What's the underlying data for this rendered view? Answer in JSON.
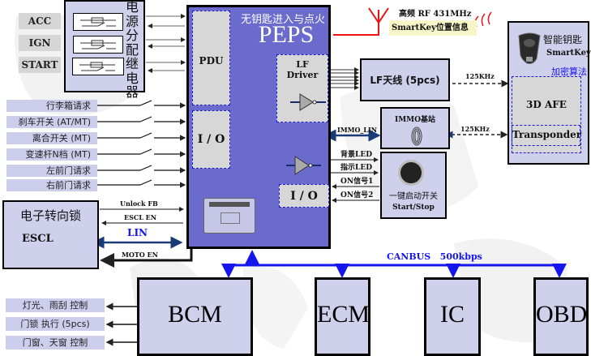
{
  "title": {
    "cn": "无钥匙进入与点火",
    "en": "PEPS"
  },
  "power_inputs": [
    "ACC",
    "IGN",
    "START"
  ],
  "power_relay": {
    "label_chars": [
      "电",
      "源",
      "分",
      "配",
      "继",
      "电",
      "器"
    ]
  },
  "switch_inputs": [
    "行李箱请求",
    "刹车开关 (AT/MT)",
    "离合开关 (MT)",
    "变速杆N档 (MT)",
    "左前门请求",
    "右前门请求"
  ],
  "peps_blocks": {
    "pdu": "PDU",
    "io_left": "I / O",
    "lf_driver": "LF\nDriver",
    "lf_driver_line1": "LF",
    "lf_driver_line2": "Driver",
    "io_right": "I / O"
  },
  "rf": {
    "freq": "高频 RF 431MHz",
    "info": "SmartKey位置信息"
  },
  "lf_antenna": {
    "label": "LF天线 (5pcs)",
    "link_freq": "125KHz"
  },
  "smartkey": {
    "title": "智能钥匙",
    "subtitle": "SmartKey",
    "crypto": "加密算法",
    "afe": "3D AFE",
    "transponder": "Transponder"
  },
  "immo": {
    "label": "IMMO基站",
    "link": "IMMO_LIN",
    "link_freq": "125KHz"
  },
  "start_stop": {
    "signals": [
      "背景LED",
      "指示LED",
      "ON信号1",
      "ON信号2"
    ],
    "label_cn": "一键启动开关",
    "label_en": "Start/Stop"
  },
  "escl": {
    "title_cn": "电子转向锁",
    "title_en": "ESCL",
    "signals": {
      "unlock": "Unlock FB",
      "escl_en": "ESCL EN",
      "lin": "LIN",
      "moto": "MOTO EN"
    }
  },
  "canbus": {
    "label": "CANBUS   500kbps",
    "nodes": [
      "BCM",
      "ECM",
      "IC",
      "OBD"
    ]
  },
  "bcm_outputs": [
    "灯光、雨刮 控制",
    "门锁 执行 (5pcs)",
    "门窗、天窗 控制"
  ],
  "colors": {
    "peps_fill": "#6b6bce",
    "box_fill": "#cfd0ec",
    "can_blue": "#1515ee",
    "lin_navy": "#1b3a78",
    "rf_red": "#ee1111",
    "dash_blue": "#1a1ad6"
  }
}
